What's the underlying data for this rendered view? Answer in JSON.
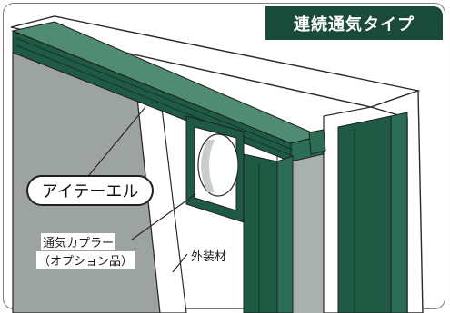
{
  "title": "連続通気タイプ",
  "labels": {
    "aitee_l": "アイテーエル",
    "coupler_line1": "通気カプラー",
    "coupler_line2": "（オプション品）",
    "siding": "外装材"
  },
  "colors": {
    "badge": "#1a4a3a",
    "profile_dark": "#1f5a45",
    "profile_mid": "#2c6e55",
    "profile_light": "#4f8c73",
    "gray_board": "#9da3a1",
    "white_board": "#ffffff",
    "line": "#2a2a2a"
  },
  "icons": {
    "duct": "round-duct-icon"
  }
}
